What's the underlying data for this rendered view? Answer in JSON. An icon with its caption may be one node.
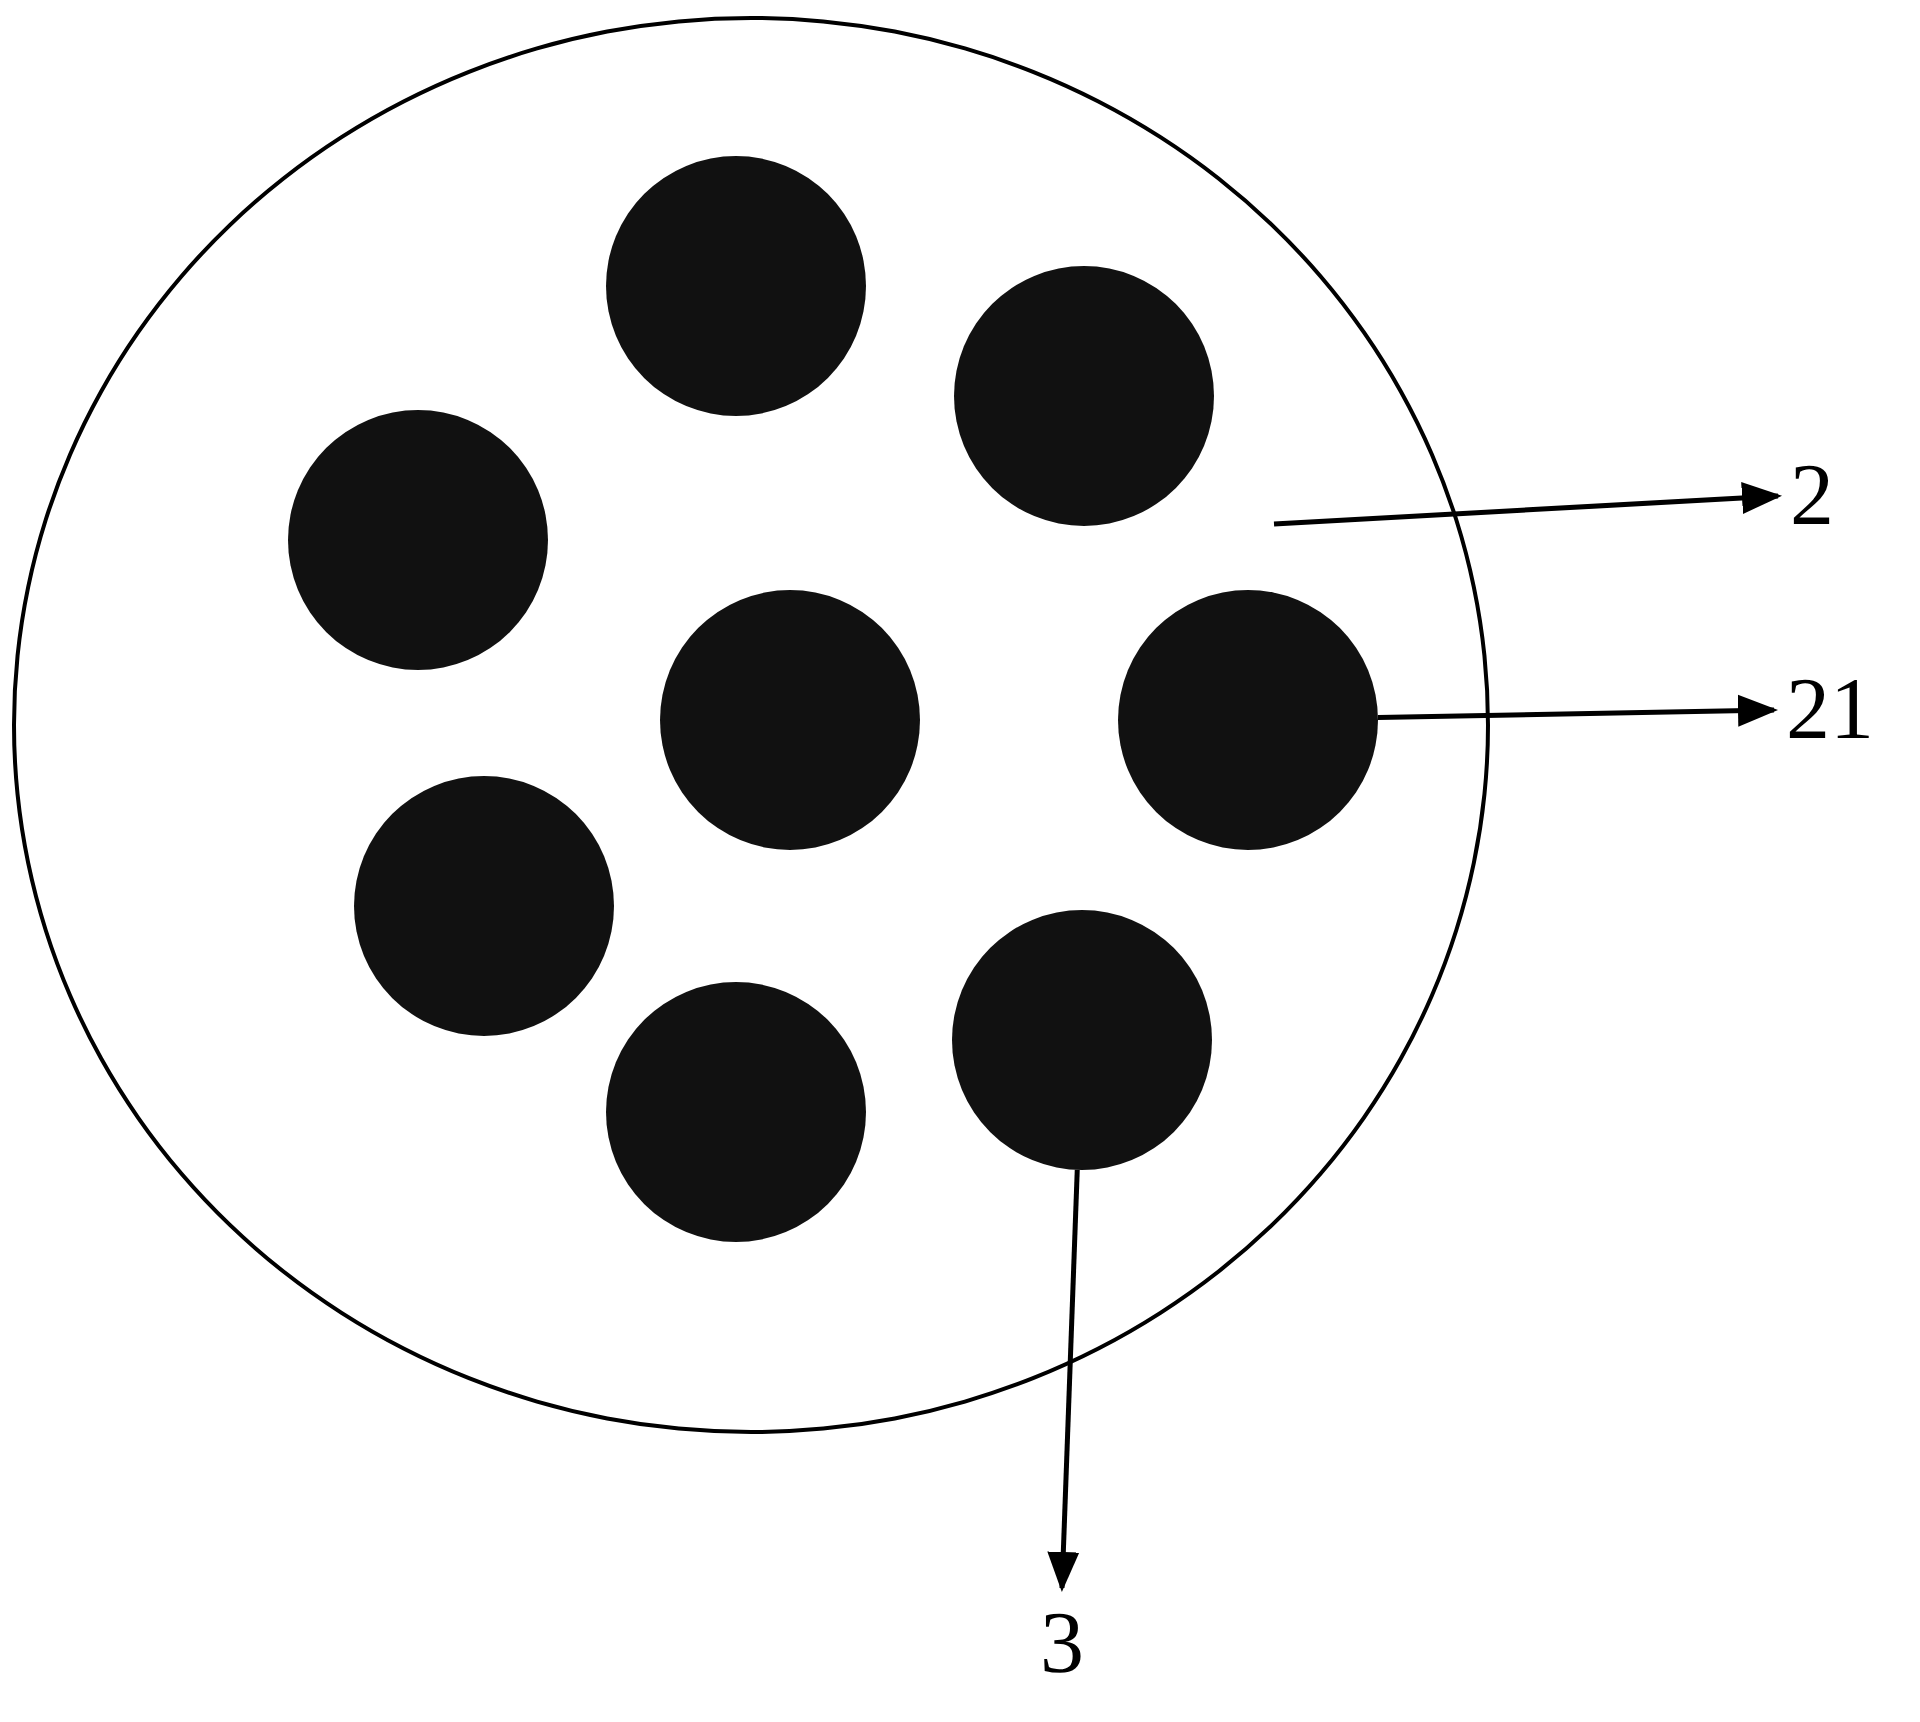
{
  "diagram": {
    "nodes": [
      {
        "text": [],
        "shape": "circle"
      },
      {
        "text": [],
        "shape": "circle",
        "in": 0
      },
      {
        "text": [],
        "shape": "circle",
        "in": 0
      },
      {
        "text": [],
        "shape": "circle",
        "in": 0
      },
      {
        "text": [],
        "shape": "circle",
        "in": 0
      },
      {
        "text": [],
        "shape": "circle",
        "in": 0
      },
      {
        "text": [],
        "shape": "circle",
        "in": 0
      },
      {
        "text": [],
        "shape": "circle",
        "in": 0
      },
      {
        "text": [],
        "shape": "circle",
        "in": 0
      },
      {
        "text": [
          "2"
        ]
      },
      {
        "text": [
          "21"
        ]
      },
      {
        "text": [
          "3"
        ]
      }
    ],
    "edges": [
      {
        "from": 0,
        "to": 9,
        "arrow": "to"
      },
      {
        "from": 5,
        "to": 10,
        "arrow": "to"
      },
      {
        "from": 7,
        "to": 11,
        "arrow": "to"
      }
    ]
  }
}
